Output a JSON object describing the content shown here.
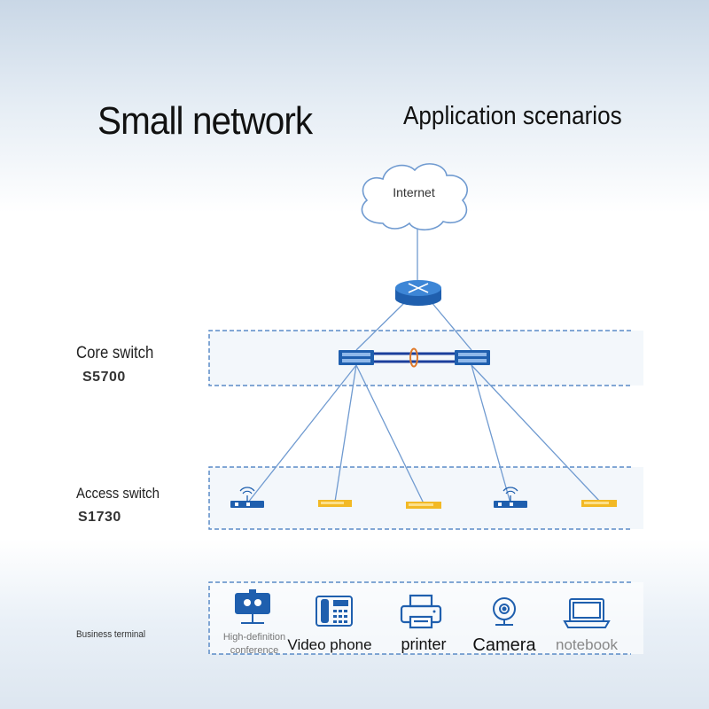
{
  "title": "Small network",
  "subtitle": "Application scenarios",
  "internet": "Internet",
  "core": {
    "label": "Core switch",
    "model": "S5700"
  },
  "access": {
    "label": "Access switch",
    "model": "S1730"
  },
  "terminal_label": "Business terminal",
  "devices": [
    {
      "name_line1": "High-definition",
      "name_line2": "conference",
      "icon": "video-conference-icon"
    },
    {
      "name": "Video phone",
      "icon": "phone-icon"
    },
    {
      "name": "printer",
      "icon": "printer-icon"
    },
    {
      "name": "Camera",
      "icon": "camera-icon"
    },
    {
      "name": "notebook",
      "icon": "laptop-icon"
    }
  ],
  "colors": {
    "link": "#6f9ad0",
    "switch_blue": "#1f5fae",
    "switch_yellow": "#f2b925",
    "stack_ring": "#e07a2a",
    "dashed_box": "#5b8bc7"
  }
}
